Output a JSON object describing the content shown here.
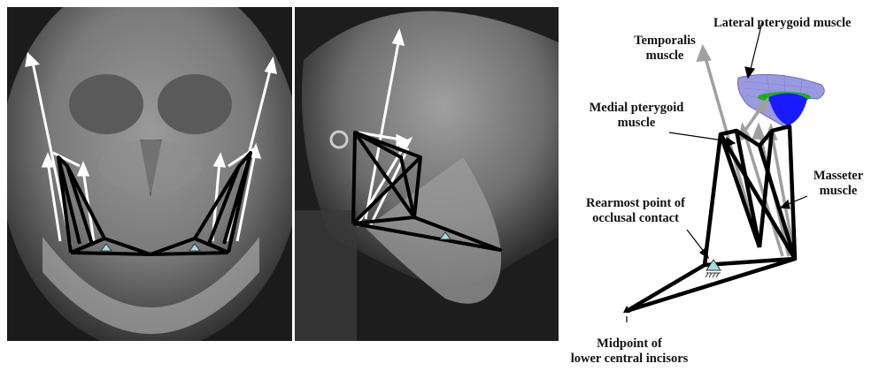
{
  "figure": {
    "panels": [
      {
        "id": "frontal",
        "description_shown": false
      },
      {
        "id": "lateral",
        "description_shown": false
      },
      {
        "id": "model",
        "description_shown": false
      }
    ],
    "labels": {
      "lateral_pterygoid": "Lateral pterygoid muscle",
      "temporalis_line1": "Temporalis",
      "temporalis_line2": "muscle",
      "medial_pterygoid_line1": "Medial pterygoid",
      "medial_pterygoid_line2": "muscle",
      "masseter_line1": "Masseter",
      "masseter_line2": "muscle",
      "rearmost_line1": "Rearmost point of",
      "rearmost_line2": "occlusal contact",
      "midpoint_line1": "Midpoint of",
      "midpoint_line2": "lower central incisors"
    },
    "colors": {
      "xray_dark": "#1a1a1a",
      "xray_bone": "#bdbdbd",
      "muscle_vector_white": "#ffffff",
      "muscle_vector_gray": "#a0a0a0",
      "frame": "#000000",
      "contact_marker": "#a8dde0",
      "condyle_blue": "#1a1aff",
      "fossa_mesh": "#8b8bd8",
      "disc_green": "#22aa22"
    }
  }
}
